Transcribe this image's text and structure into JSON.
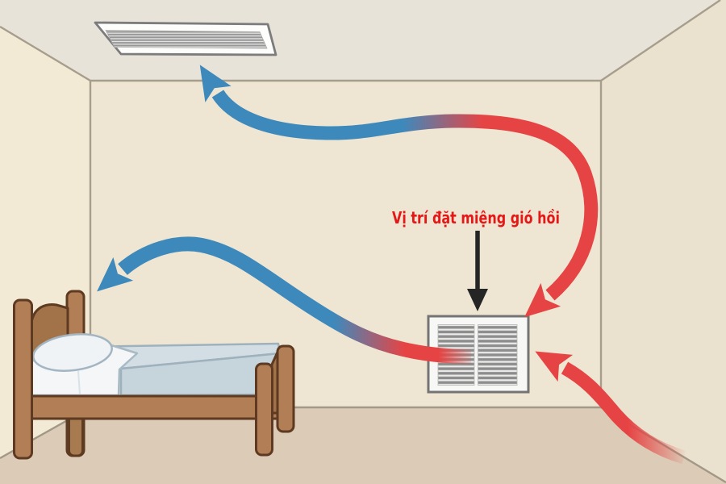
{
  "annotation": {
    "label": "Vị trí đặt miệng gió hồi",
    "label_color": "#e51717",
    "pointer_color": "#252525"
  },
  "colors": {
    "cool_air_blue": "#3e89bc",
    "warm_air_red": "#e64444",
    "ceiling": "#e8e3d9",
    "left_wall": "#f2ead4",
    "back_wall": "#eee6d2",
    "right_wall": "#eae2ce",
    "floor": "#dccbb6",
    "edge_line": "#a79d8c",
    "vent_frame_white": "#fdfdfc",
    "vent_border_gray": "#7c7c7c",
    "slat_gray": "#8d8d8d",
    "wood": "#b17e55",
    "wood_dark": "#a27349",
    "wood_outline": "#5d3a21",
    "mattress_blue_top": "#d3dee4",
    "mattress_blue_front": "#c6d4dc",
    "sheet_white": "#f4f6f8",
    "pillow_white": "#eff3f6",
    "pillow_outline": "#a3b5c1"
  },
  "objects": {
    "ceiling_diffuser": "ceiling supply air diffuser",
    "return_grille": "wall return air grille",
    "bed": "wooden single bed",
    "arrows": [
      {
        "id": "upper-circulation-arrow",
        "description": "blue head at ceiling diffuser, red head curving down into return grille"
      },
      {
        "id": "lower-circulation-arrow",
        "description": "blue head above bed headboard, red tail fading into return grille"
      },
      {
        "id": "floor-return-arrow",
        "description": "red head pointing at return grille, tail fading at lower right"
      }
    ]
  }
}
